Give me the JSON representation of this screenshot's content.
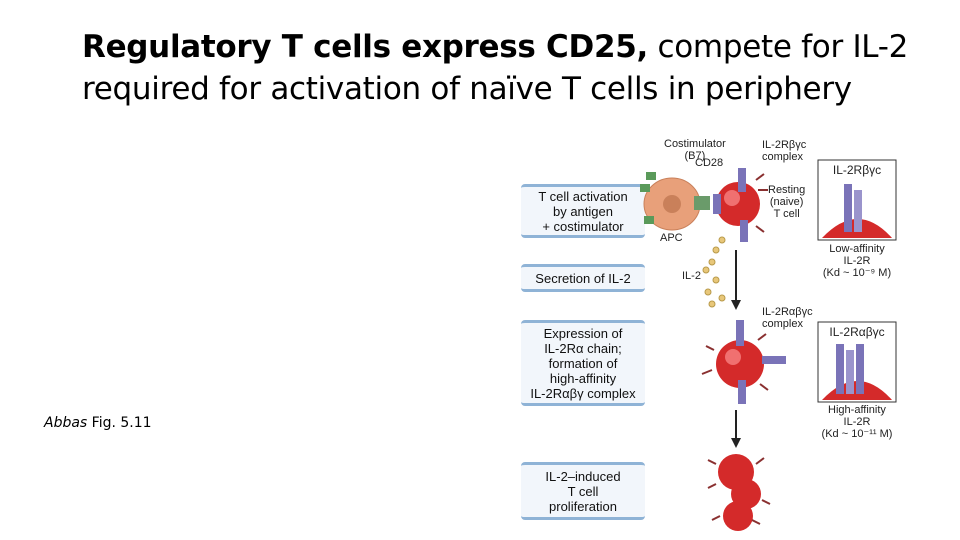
{
  "slide": {
    "title_bold": "Regulatory T cells express CD25,",
    "title_rest_line1": " compete for IL-2",
    "title_line2": "required for activation of naïve T cells in periphery",
    "caption_italic": "Abbas",
    "caption_rest": " Fig. 5.11"
  },
  "steps": [
    "T cell activation\nby antigen\n+ costimulator",
    "Secretion of IL-2",
    "Expression of\nIL-2Rα chain;\nformation of\nhigh-affinity\nIL-2Rαβγ complex",
    "IL-2–induced\nT cell\nproliferation"
  ],
  "labels": {
    "costimulator": "Costimulator\n(B7)",
    "cd28": "CD28",
    "il2rbg_complex": "IL-2Rβγc\ncomplex",
    "resting": "Resting\n(naive)\nT cell",
    "apc": "APC",
    "il2": "IL-2",
    "il2rabg_complex": "IL-2Rαβγc\ncomplex",
    "box1_title": "IL-2Rβγc",
    "box2_title": "IL-2Rαβγc",
    "low_affinity": "Low-affinity\nIL-2R\n(Kd ~ 10⁻⁹ M)",
    "high_affinity": "High-affinity\nIL-2R\n(Kd ~ 10⁻¹¹ M)"
  },
  "colors": {
    "step_border": "#8fb3d6",
    "tcell_red": "#d42a2a",
    "apc_orange": "#e8a07a",
    "receptor_purple": "#7a73b8",
    "il2_yellow": "#e8c77a"
  }
}
